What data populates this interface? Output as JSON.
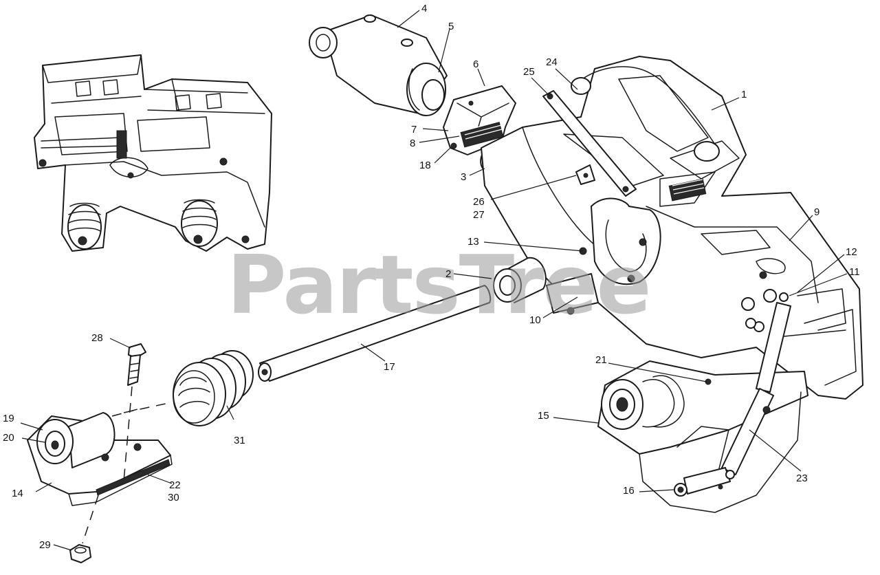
{
  "watermark": "PartsTree",
  "callouts": {
    "c1": "1",
    "c2": "2",
    "c3": "3",
    "c4": "4",
    "c5": "5",
    "c6": "6",
    "c7": "7",
    "c8": "8",
    "c9": "9",
    "c10": "10",
    "c11": "11",
    "c12": "12",
    "c13": "13",
    "c14": "14",
    "c15": "15",
    "c16": "16",
    "c17": "17",
    "c18": "18",
    "c19": "19",
    "c20": "20",
    "c21": "21",
    "c22": "22",
    "c23": "23",
    "c24": "24",
    "c25": "25",
    "c26": "26",
    "c27": "27",
    "c28": "28",
    "c29": "29",
    "c30": "30",
    "c31": "31"
  }
}
